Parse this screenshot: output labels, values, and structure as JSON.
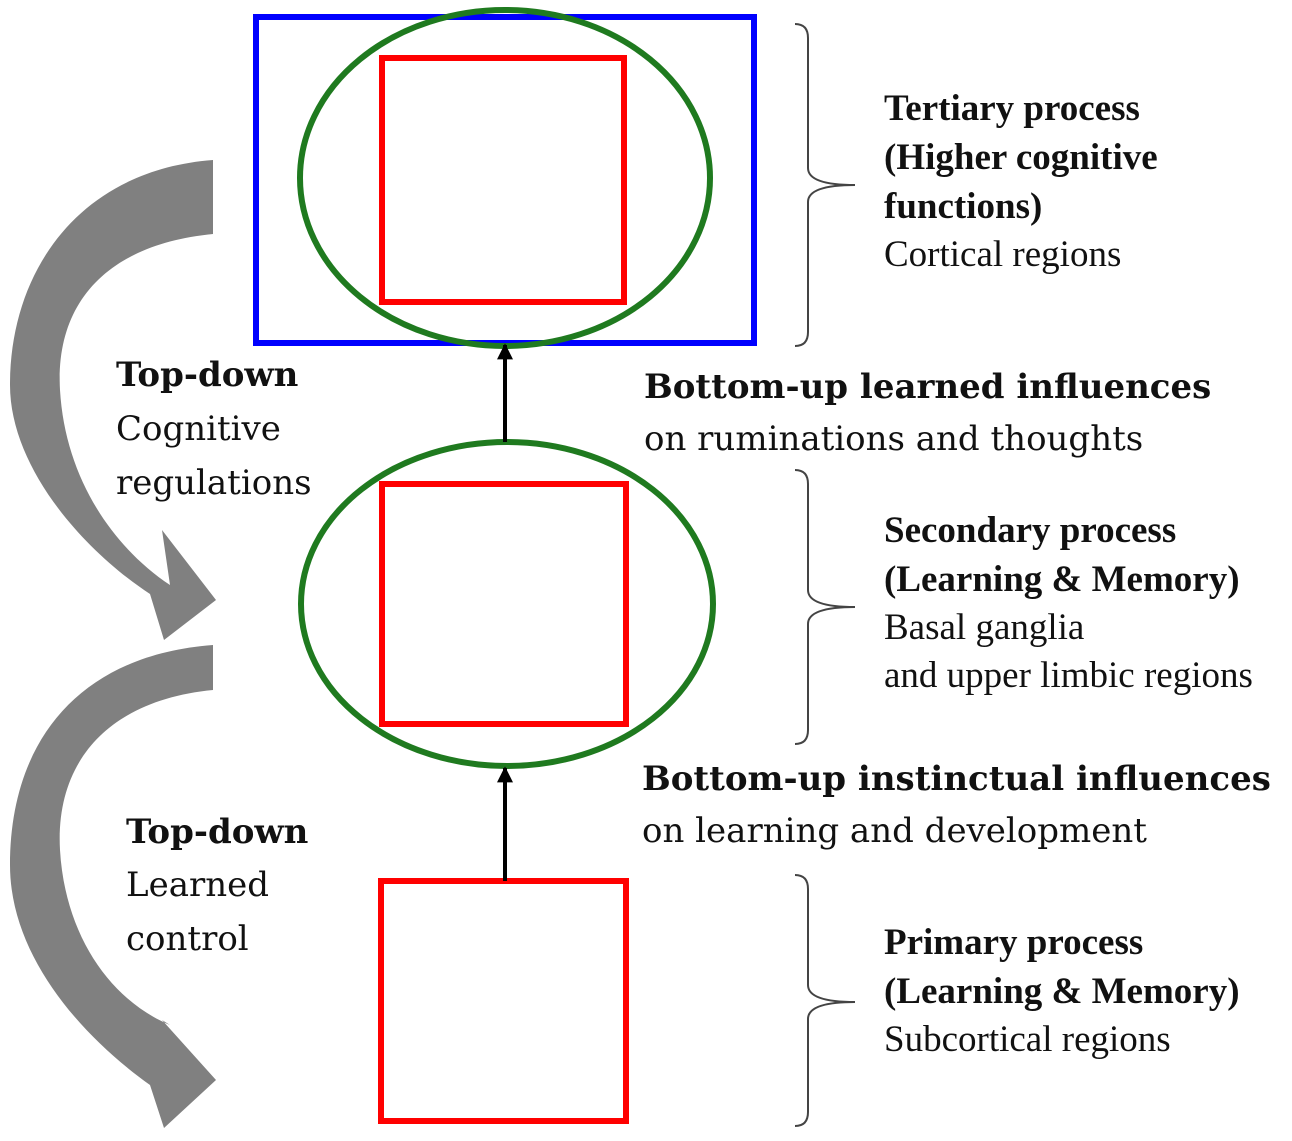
{
  "colors": {
    "tertiary_box": "#0000ff",
    "region_square": "#ff0000",
    "ellipse": "#1f7a1f",
    "arrow": "#000000",
    "curved_arrow": "#808080",
    "brace": "#444444"
  },
  "top_down": [
    {
      "title": "Top-down",
      "line1": "Cognitive",
      "line2": "regulations"
    },
    {
      "title": "Top-down",
      "line1": "Learned",
      "line2": "control"
    }
  ],
  "bottom_up": [
    {
      "title": "Bottom-up learned influences",
      "subtitle": "on ruminations and thoughts"
    },
    {
      "title": "Bottom-up instinctual influences",
      "subtitle": "on learning and development"
    }
  ],
  "processes": {
    "tertiary": {
      "title_lines": [
        "Tertiary process",
        "(Higher cognitive",
        "functions)"
      ],
      "region_lines": [
        "Cortical regions"
      ]
    },
    "secondary": {
      "title_lines": [
        "Secondary process",
        "(Learning & Memory)"
      ],
      "region_lines": [
        "Basal ganglia",
        "and upper limbic regions"
      ]
    },
    "primary": {
      "title_lines": [
        "Primary process",
        "(Learning & Memory)"
      ],
      "region_lines": [
        "Subcortical regions"
      ]
    }
  }
}
